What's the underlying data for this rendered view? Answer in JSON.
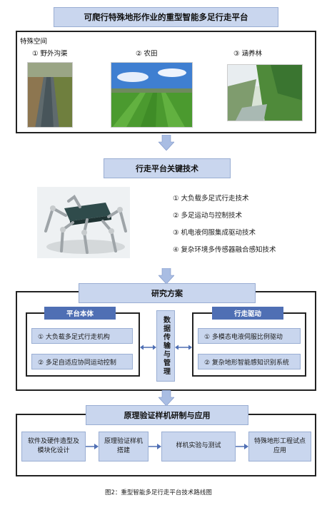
{
  "title": "可爬行特殊地形作业的重型智能多足行走平台",
  "special_space": {
    "label": "特殊空间",
    "items": [
      {
        "label": "① 野外沟渠"
      },
      {
        "label": "② 农田"
      },
      {
        "label": "③ 涵养林"
      }
    ]
  },
  "key_tech": {
    "title": "行走平台关键技术",
    "items": [
      "① 大负载多足式行走技术",
      "② 多足运动与控制技术",
      "③ 机电液伺服集成驱动技术",
      "④ 复杂环境多传感器融合感知技术"
    ]
  },
  "research": {
    "title": "研究方案",
    "platform": {
      "title": "平台本体",
      "items": [
        "① 大负载多足式行走机构",
        "② 多足自适应协同运动控制"
      ]
    },
    "middle": "数据传输与管理",
    "drive": {
      "title": "行走驱动",
      "items": [
        "① 多模态电液伺服比例驱动",
        "② 复杂地形智能感知识别系统"
      ]
    }
  },
  "prototype": {
    "title": "原理验证样机研制与应用",
    "steps": [
      "软件及硬件造型及模块化设计",
      "原理验证样机搭建",
      "样机实验与测试",
      "特殊地形工程试点应用"
    ]
  },
  "caption": "图2：重型智能多足行走平台技术路线图",
  "colors": {
    "banner_fill": "#c9d6ee",
    "dark_fill": "#4f6fb4",
    "arrow_fill": "#a9bde3"
  }
}
